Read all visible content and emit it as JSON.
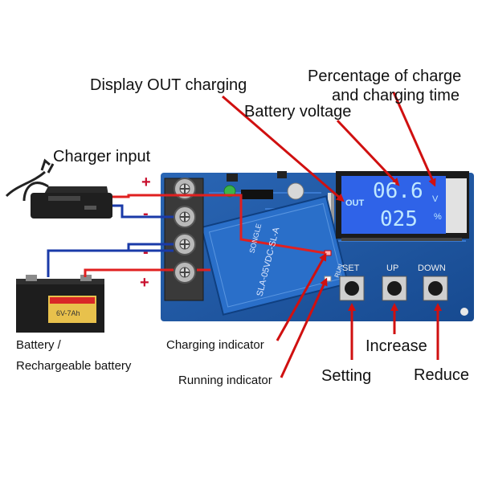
{
  "labels": {
    "display_out_charging": "Display OUT charging",
    "percentage_line1": "Percentage of charge",
    "percentage_line2": "and charging time",
    "battery_voltage": "Battery voltage",
    "charger_input": "Charger input",
    "battery_line1": "Battery /",
    "battery_line2": "Rechargeable battery",
    "charging_indicator": "Charging indicator",
    "running_indicator": "Running indicator",
    "setting": "Setting",
    "increase": "Increase",
    "reduce": "Reduce"
  },
  "polarity": {
    "plus_top": "+",
    "minus_upper": "-",
    "minus_lower": "-",
    "plus_bottom": "+"
  },
  "lcd": {
    "out": "OUT",
    "voltage": "06.6",
    "voltage_unit": "V",
    "percent": "025",
    "percent_unit": "%"
  },
  "board": {
    "button_set": "SET",
    "button_up": "UP",
    "button_down": "DOWN",
    "run": "RUN",
    "relay_brand": "SONGLE",
    "relay_model": "SLA-05VDC-SL-A",
    "battery_sticker": "6V-7Ah"
  },
  "colors": {
    "pcb": "#1f5aa6",
    "lcd": "#2f63e8",
    "lcd_text": "#bfe8ff",
    "wire_blue": "#1a3aa8",
    "wire_red": "#e02020",
    "arrow_red": "#d01010",
    "relay": "#2a6fc9",
    "terminal": "#3a3a3a"
  }
}
